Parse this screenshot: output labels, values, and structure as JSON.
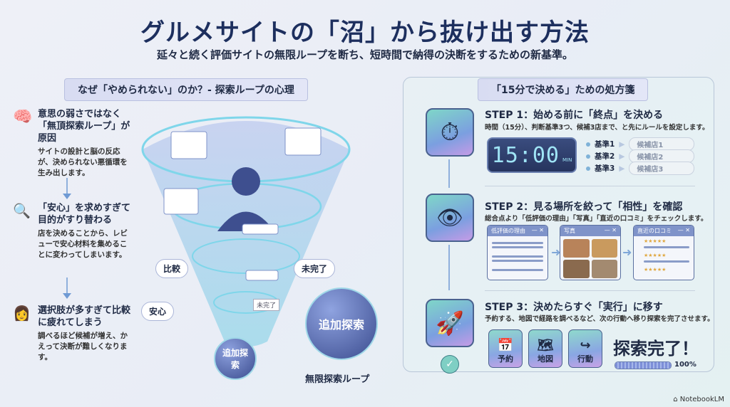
{
  "title": "グルメサイトの「沼」から抜け出す方法",
  "subtitle": "延々と続く評価サイトの無限ループを断ち、短時間で納得の決断をするための新基準。",
  "left": {
    "header": "なぜ「やめられない」のか？- 探索ループの心理",
    "items": [
      {
        "icon": "brain-gear-icon",
        "heading": "意思の弱さではなく「無頂探索ループ」が原因",
        "body": "サイトの設計と脳の反応が、決められない悪循環を生み出します。"
      },
      {
        "icon": "magnifier-icon",
        "heading": "「安心」を求めすぎて目的がすり替わる",
        "body": "店を決めることから、レビューで安心材料を集めることに変わってしまいます。"
      },
      {
        "icon": "tired-person-icon",
        "heading": "選択肢が多すぎて比較に疲れてしまう",
        "body": "調べるほど候補が増え、かえって決断が難しくなります。"
      }
    ]
  },
  "funnel": {
    "tags": [
      "比較",
      "安心",
      "未完了"
    ],
    "card_tag": "未完了",
    "big_bubble": "追加探索",
    "small_bubble": "追加探索",
    "caption": "無限探索ループ"
  },
  "right": {
    "header": "「15分で決める」ための処方箋",
    "step1": {
      "title": "STEP 1：始める前に「終点」を決める",
      "desc": "時間（15分）、判断基準3つ、候補3店まで、と先にルールを設定します。",
      "timer": "15:00",
      "timer_unit": "MIN",
      "criteria": [
        {
          "label": "基準1",
          "candidate": "候補店1"
        },
        {
          "label": "基準2",
          "candidate": "候補店2"
        },
        {
          "label": "基準3",
          "candidate": "候補店3"
        }
      ]
    },
    "step2": {
      "title": "STEP 2：見る場所を絞って「相性」を確認",
      "desc": "総合点より「低評価の理由」「写真」「直近の口コミ」をチェックします。",
      "windows": [
        "低評価の理由",
        "写真",
        "直近の口コミ"
      ]
    },
    "step3": {
      "title": "STEP 3：決めたらすぐ「実行」に移す",
      "desc": "予約する、地図で経路を調べるなど、次の行動へ移り探索を完了させます。",
      "actions": [
        "予約",
        "地図",
        "行動"
      ],
      "done": "探索完了！",
      "progress_label": "100%",
      "progress": 100
    }
  },
  "brand": "NotebookLM"
}
